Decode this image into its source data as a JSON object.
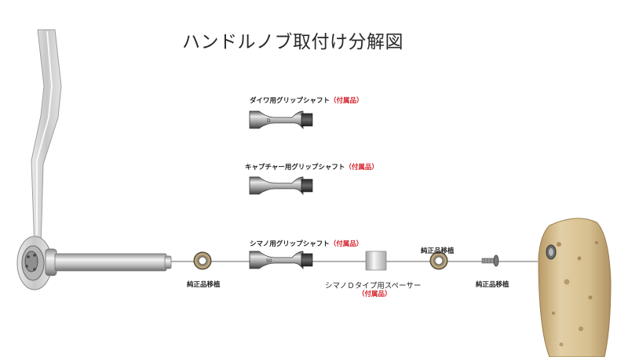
{
  "title": "ハンドルノブ取付け分解図",
  "parts": {
    "daiwa": {
      "name": "ダイワ用グリップシャフト",
      "note": "（付属品）"
    },
    "capture": {
      "name": "キャプチャー用グリップシャフト",
      "note": "（付属品）"
    },
    "shimano": {
      "name": "シマノ用グリップシャフト",
      "note": "（付属品）"
    },
    "spacer": {
      "name": "シマノＤタイプ用スペーサー",
      "note": "（付属品）"
    },
    "bearing_left": {
      "name": "純正品移植"
    },
    "bearing_right": {
      "name": "純正品移植"
    },
    "screw": {
      "name": "純正品移植"
    }
  },
  "colors": {
    "accent_red": "#d4202a",
    "metal": "#9a9a9a",
    "cork": "#d9c39a"
  }
}
